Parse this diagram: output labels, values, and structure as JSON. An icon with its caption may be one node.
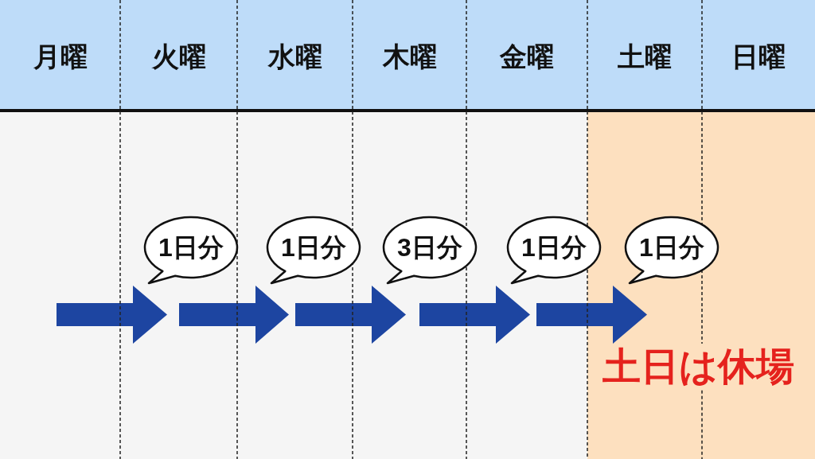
{
  "diagram": {
    "nodes": [
      {
        "text": [
          "月曜"
        ]
      },
      {
        "text": [
          "火曜"
        ]
      },
      {
        "text": [
          "水曜"
        ]
      },
      {
        "text": [
          "木曜"
        ]
      },
      {
        "text": [
          "金曜"
        ]
      },
      {
        "text": [
          "土曜"
        ]
      },
      {
        "text": [
          "日曜"
        ]
      },
      {
        "text": [
          "1日分"
        ]
      },
      {
        "text": [
          "1日分"
        ]
      },
      {
        "text": [
          "3日分"
        ]
      },
      {
        "text": [
          "1日分"
        ]
      },
      {
        "text": [
          "1日分"
        ]
      },
      {
        "text": [],
        "shape": "arrow"
      },
      {
        "text": [],
        "shape": "arrow"
      },
      {
        "text": [],
        "shape": "arrow"
      },
      {
        "text": [],
        "shape": "arrow"
      },
      {
        "text": [],
        "shape": "arrow"
      }
    ],
    "labels": [
      "土日は休場"
    ]
  }
}
